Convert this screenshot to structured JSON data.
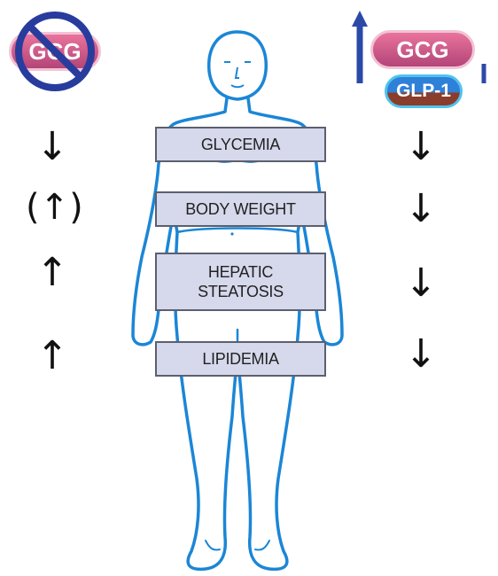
{
  "colors": {
    "body_outline": "#1b86d6",
    "label_fill": "#d6d9ec",
    "gcg_pink": "#d4567f",
    "glp1_blue": "#2e80d8",
    "ban_blue": "#283c9e",
    "up_arrow_blue": "#2b4aa8"
  },
  "legend": {
    "left_hormone": "GCG",
    "left_state_icon": "prohibition-icon",
    "right_hormones": [
      "GCG",
      "GLP-1"
    ],
    "right_state_icon": "up-arrow-icon"
  },
  "parameters": [
    {
      "label": "GLYCEMIA",
      "left": "↓",
      "right": "↓"
    },
    {
      "label": "BODY WEIGHT",
      "left": "(↑)",
      "right": "↓"
    },
    {
      "label": "HEPATIC STEATOSIS",
      "left": "↑",
      "right": "↓"
    },
    {
      "label": "LIPIDEMIA",
      "left": "↑",
      "right": "↓"
    }
  ]
}
